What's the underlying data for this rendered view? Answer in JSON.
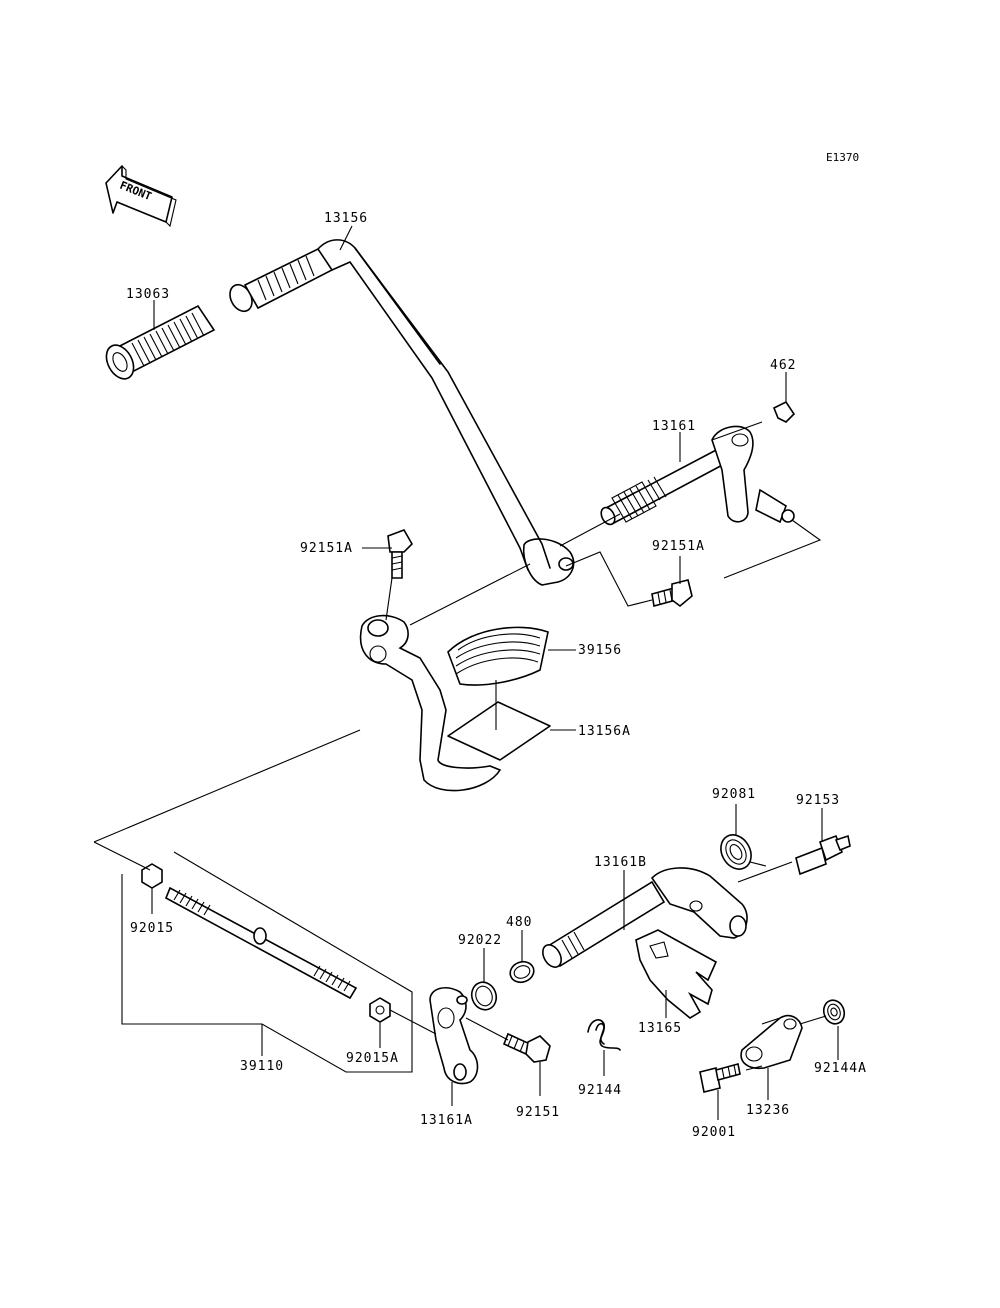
{
  "diagram_code": "E1370",
  "front_label": "FRONT",
  "labels": {
    "p13156": "13156",
    "p13063": "13063",
    "p462": "462",
    "p13161": "13161",
    "p92151A_left": "92151A",
    "p92151A_right": "92151A",
    "p39156": "39156",
    "p13156A": "13156A",
    "p92081": "92081",
    "p92153": "92153",
    "p13161B": "13161B",
    "p480": "480",
    "p92022": "92022",
    "p92015": "92015",
    "p13165": "13165",
    "p92144A": "92144A",
    "p92144": "92144",
    "p39110": "39110",
    "p92015A": "92015A",
    "p92151": "92151",
    "p13161A": "13161A",
    "p13236": "13236",
    "p92001": "92001"
  }
}
